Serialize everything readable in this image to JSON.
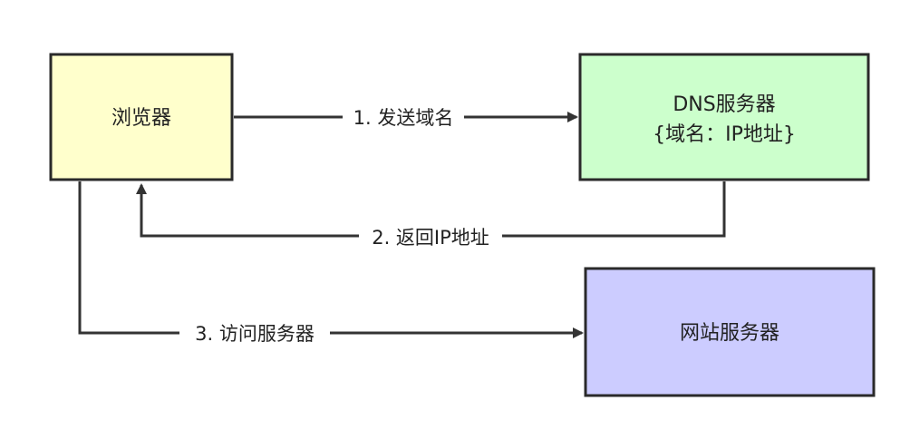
{
  "nodes": {
    "browser": {
      "label": "浏览器",
      "fill": "#ffffcc"
    },
    "dns": {
      "line1": "DNS服务器",
      "line2": "{域名：IP地址}",
      "fill": "#ccffcc",
      "text_color": "#f07070"
    },
    "website": {
      "label": "网站服务器",
      "fill": "#ccccff"
    }
  },
  "edges": {
    "send_domain": "1. 发送域名",
    "return_ip": "2. 返回IP地址",
    "visit_server": "3. 访问服务器"
  },
  "colors": {
    "stroke": "#333333",
    "box_border": "#2a2a2a"
  }
}
